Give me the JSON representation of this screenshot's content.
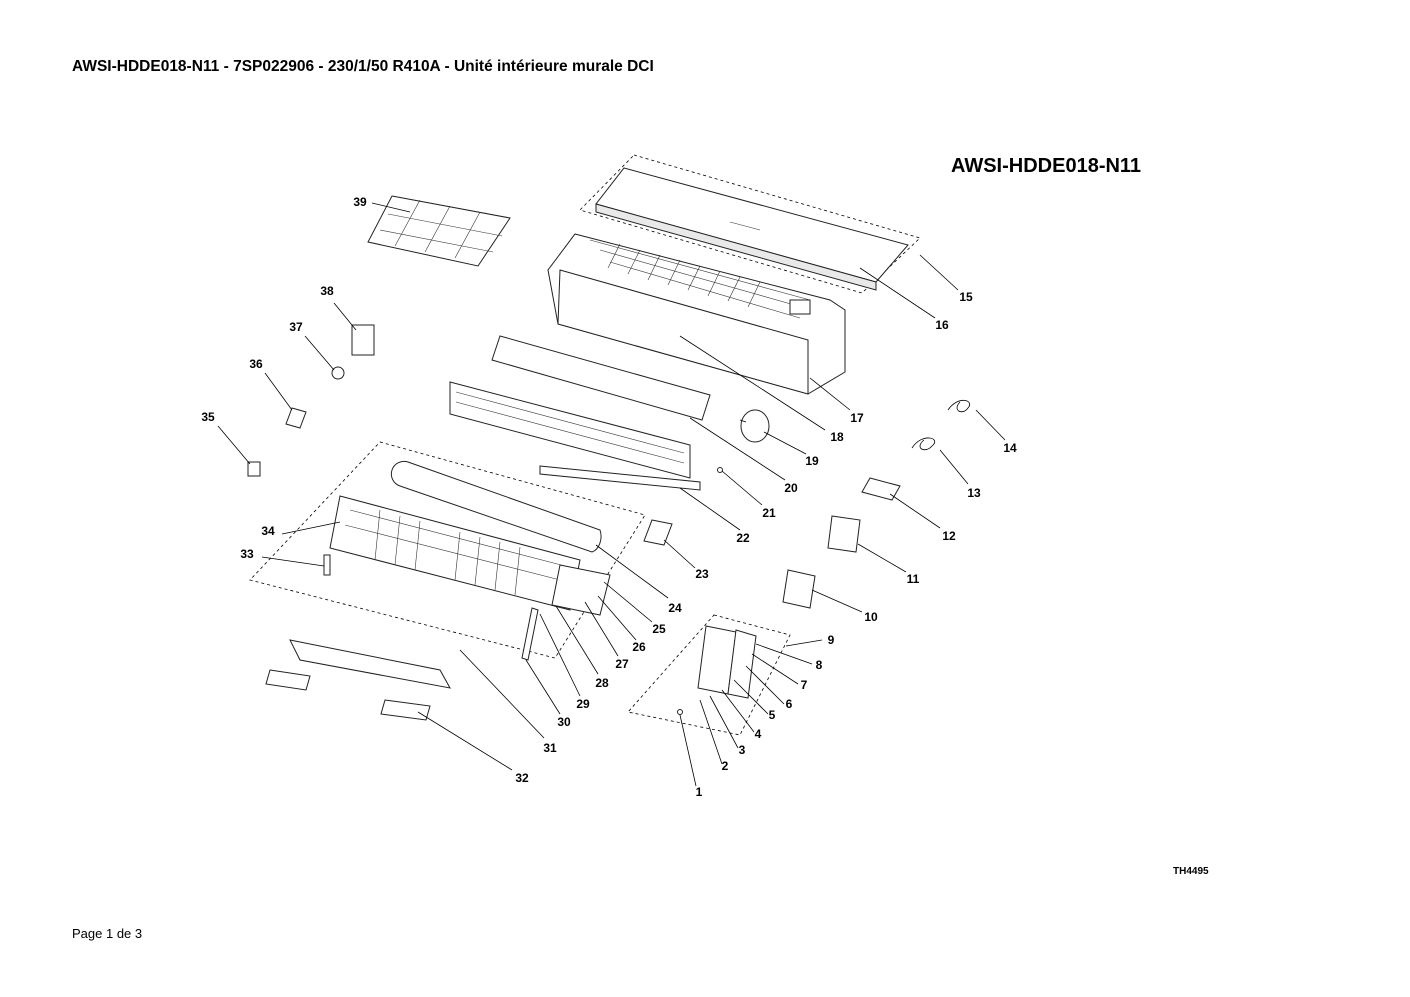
{
  "header": {
    "document_title": "AWSI-HDDE018-N11 - 7SP022906 - 230/1/50 R410A - Unité intérieure murale DCI",
    "model_title": "AWSI-HDDE018-N11"
  },
  "footer": {
    "drawing_ref": "TH4495",
    "page": "Page 1 de 3"
  },
  "parts": {
    "p1": "1",
    "p2": "2",
    "p3": "3",
    "p4": "4",
    "p5": "5",
    "p6": "6",
    "p7": "7",
    "p8": "8",
    "p9": "9",
    "p10": "10",
    "p11": "11",
    "p12": "12",
    "p13": "13",
    "p14": "14",
    "p15": "15",
    "p16": "16",
    "p17": "17",
    "p18": "18",
    "p19": "19",
    "p20": "20",
    "p21": "21",
    "p22": "22",
    "p23": "23",
    "p24": "24",
    "p25": "25",
    "p26": "26",
    "p27": "27",
    "p28": "28",
    "p29": "29",
    "p30": "30",
    "p31": "31",
    "p32": "32",
    "p33": "33",
    "p34": "34",
    "p35": "35",
    "p36": "36",
    "p37": "37",
    "p38": "38",
    "p39": "39"
  }
}
